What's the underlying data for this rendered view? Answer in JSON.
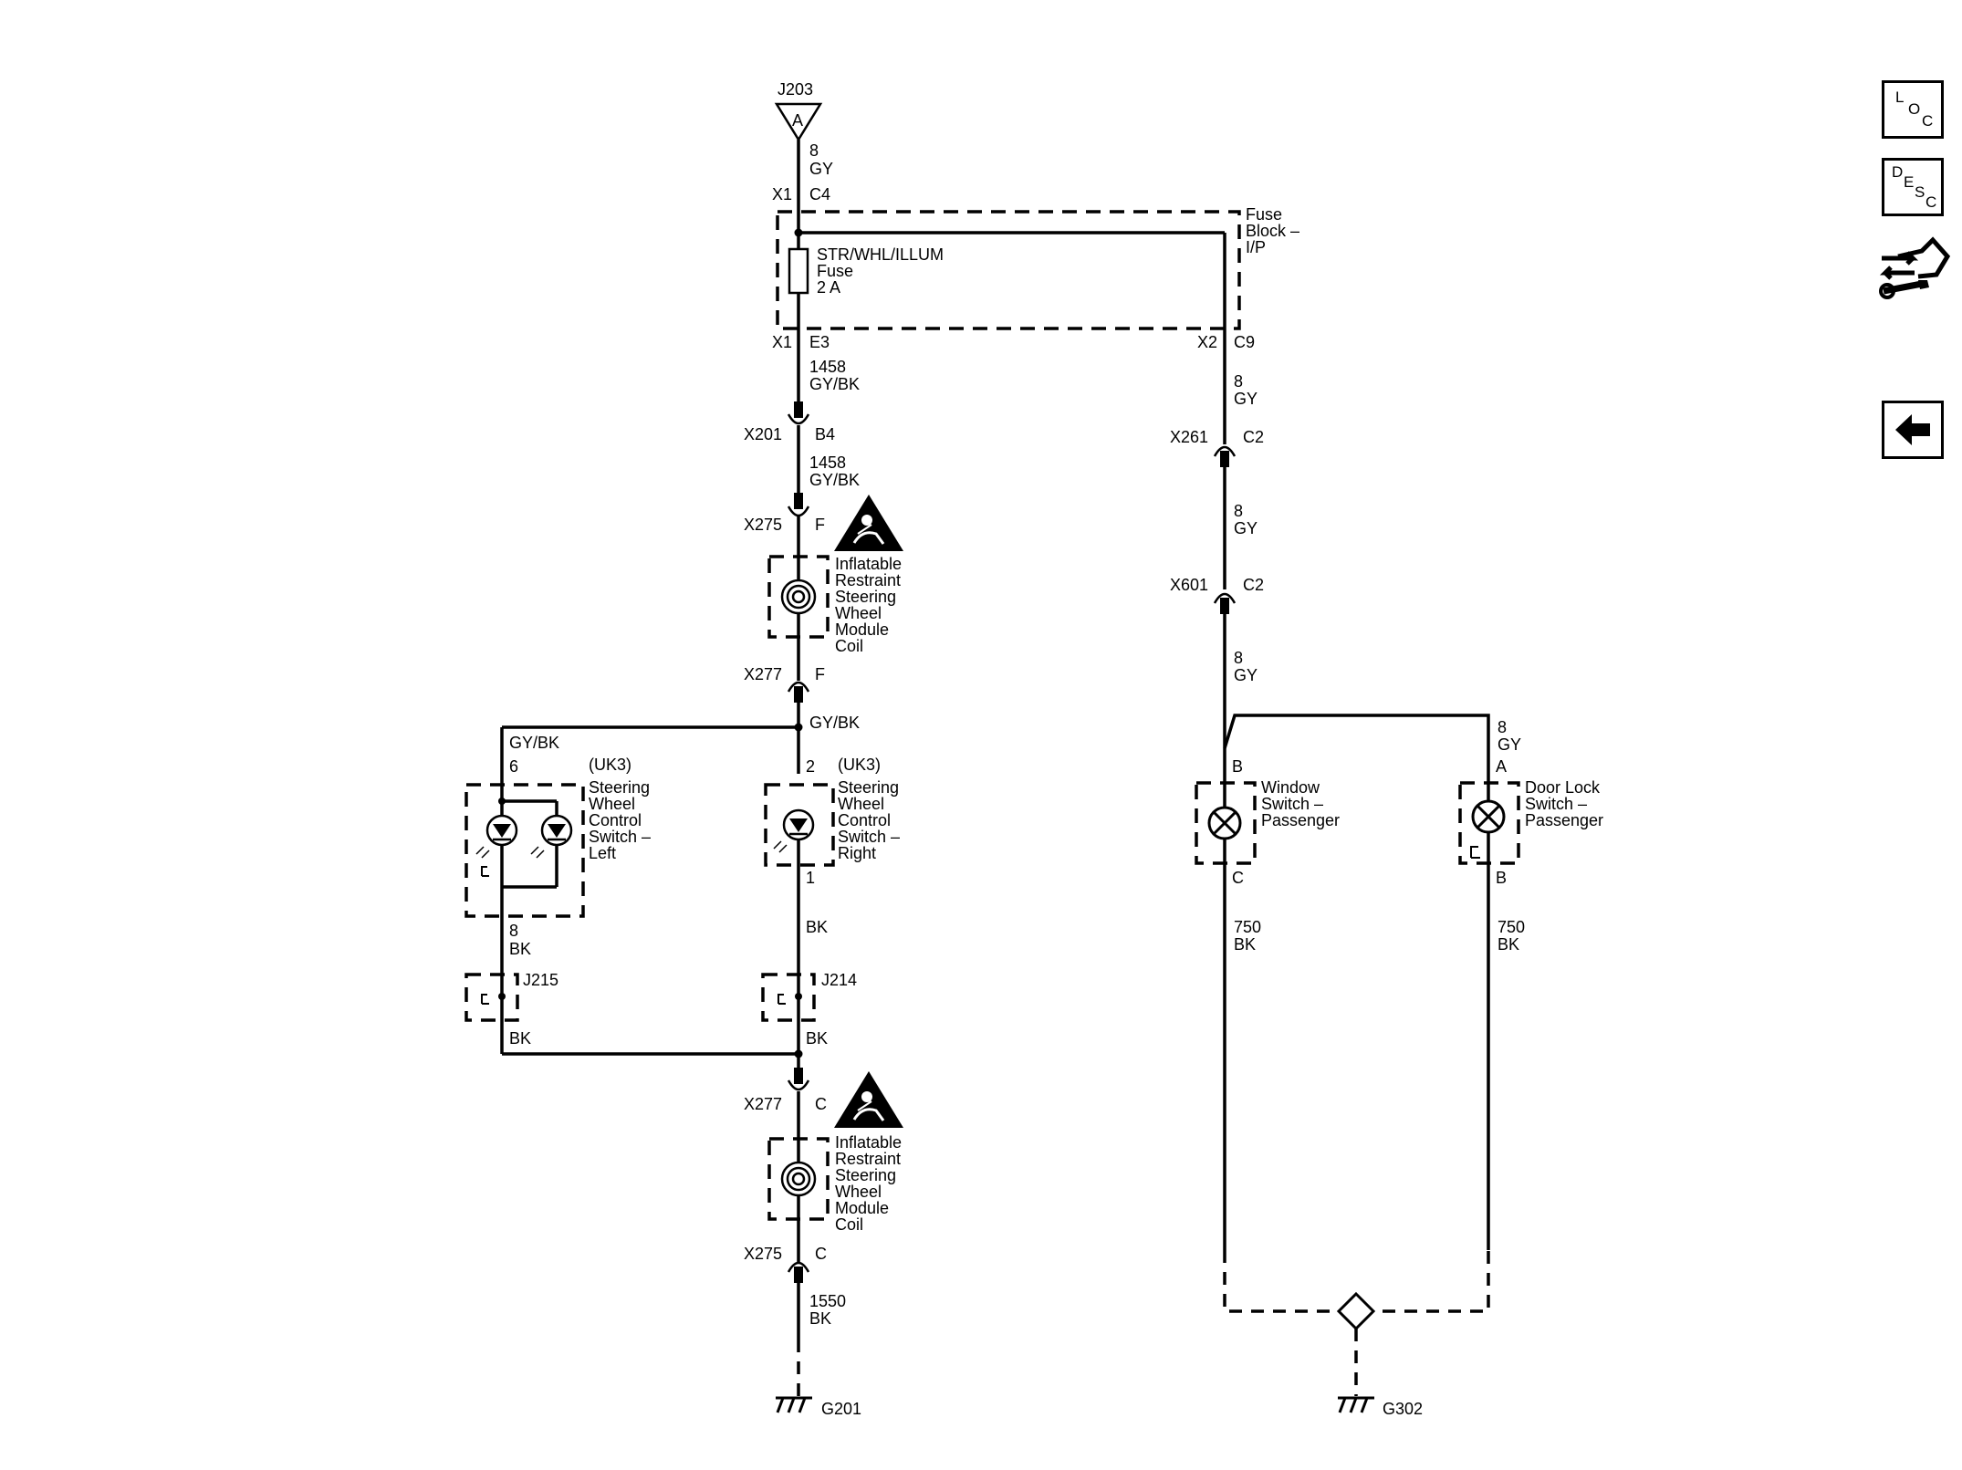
{
  "j203": {
    "name": "J203",
    "letter": "A"
  },
  "wires": {
    "w8gy": {
      "num": "8",
      "color": "GY"
    },
    "w1458": {
      "num": "1458",
      "color": "GY/BK"
    },
    "w1550": {
      "num": "1550",
      "color": "BK"
    },
    "w750": {
      "num": "750",
      "color": "BK"
    },
    "gybk": "GY/BK",
    "bk": "BK",
    "w8bk": {
      "num": "8",
      "color": "BK"
    }
  },
  "fuse_block": {
    "label": [
      "Fuse",
      "Block –",
      "I/P"
    ],
    "fuse_label": [
      "STR/WHL/ILLUM",
      "Fuse",
      "2 A"
    ],
    "x1": "X1",
    "c4": "C4",
    "e3": "E3",
    "x2": "X2",
    "c9": "C9"
  },
  "connectors": {
    "x201": "X201",
    "b4": "B4",
    "x275": "X275",
    "f": "F",
    "x277": "X277",
    "c": "C",
    "x261": "X261",
    "x601": "X601",
    "c2": "C2"
  },
  "coil": [
    "Inflatable",
    "Restraint",
    "Steering",
    "Wheel",
    "Module",
    "Coil"
  ],
  "switch_left": {
    "option": "(UK3)",
    "pin_top": "6",
    "pin_bot": "8",
    "label": [
      "Steering",
      "Wheel",
      "Control",
      "Switch –",
      "Left"
    ]
  },
  "switch_right": {
    "option": "(UK3)",
    "pin_top": "2",
    "pin_bot": "1",
    "label": [
      "Steering",
      "Wheel",
      "Control",
      "Switch –",
      "Right"
    ]
  },
  "window_switch": {
    "pin_top": "B",
    "pin_bot": "C",
    "label": [
      "Window",
      "Switch –",
      "Passenger"
    ]
  },
  "doorlock_switch": {
    "pin_top": "A",
    "pin_bot": "B",
    "label": [
      "Door Lock",
      "Switch –",
      "Passenger"
    ]
  },
  "splices": {
    "j215": "J215",
    "j214": "J214"
  },
  "grounds": {
    "g201": "G201",
    "g302": "G302"
  },
  "nav": {
    "loc": [
      "L",
      "O",
      "C"
    ],
    "desc": [
      "D",
      "E",
      "S",
      "C"
    ]
  }
}
